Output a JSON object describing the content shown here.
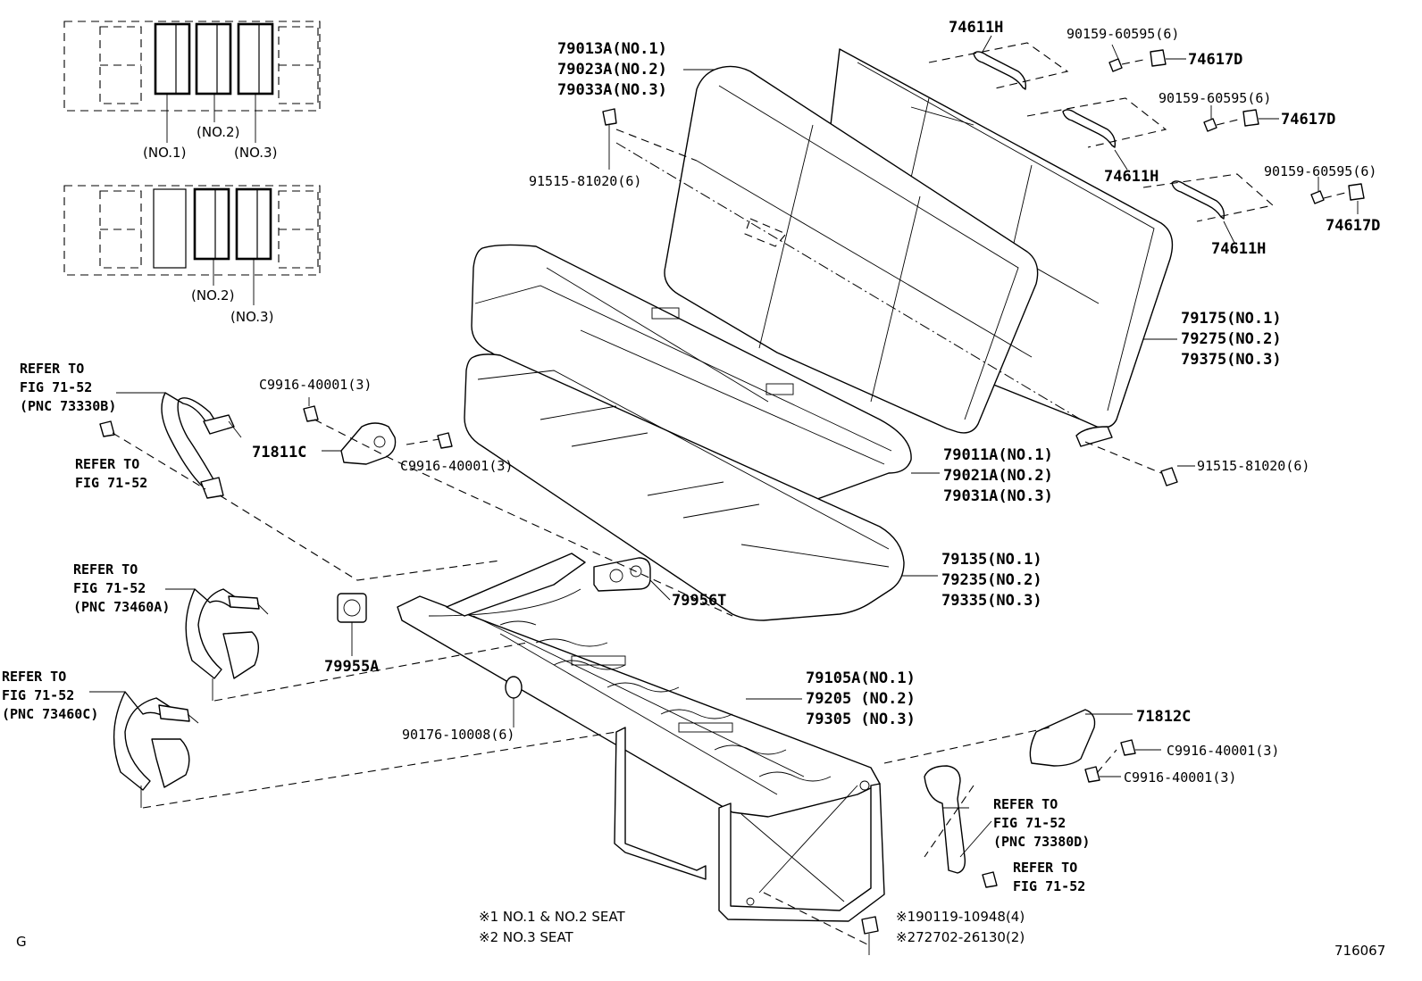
{
  "labels": {
    "l79013a": "79013A(NO.1)",
    "l79023a": "79023A(NO.2)",
    "l79033a": "79033A(NO.3)",
    "l74611h_top": "74611H",
    "l90159_a": "90159-60595(6)",
    "l74617d_a": "74617D",
    "l90159_b": "90159-60595(6)",
    "l74617d_b": "74617D",
    "l74611h_mid": "74611H",
    "l90159_c": "90159-60595(6)",
    "l74617d_c": "74617D",
    "l74611h_low": "74611H",
    "l91515_top": "91515-81020(6)",
    "l79175": "79175(NO.1)",
    "l79275": "79275(NO.2)",
    "l79375": "79375(NO.3)",
    "l91515_right": "91515-81020(6)",
    "l79011a": "79011A(NO.1)",
    "l79021a": "79021A(NO.2)",
    "l79031a": "79031A(NO.3)",
    "l79135": "79135(NO.1)",
    "l79235": "79235(NO.2)",
    "l79335": "79335(NO.3)",
    "l79956t": "79956T",
    "l79955a": "79955A",
    "l79105a": "79105A(NO.1)",
    "l79205": "79205 (NO.2)",
    "l79305": "79305 (NO.3)",
    "l90176": "90176-10008(6)",
    "l71812c": "71812C",
    "l71811c": "71811C",
    "l c9916_a": "C9916-40001(3)",
    "lc9916_a": "C9916-40001(3)",
    "lc9916_b": "C9916-40001(3)",
    "lc9916_c": "C9916-40001(3)",
    "lc9916_d": "C9916-40001(3)",
    "l90119": "※190119-10948(4)",
    "l72702": "※272702-26130(2)",
    "note1": "※1 NO.1 & NO.2 SEAT",
    "note2": "※2 NO.3 SEAT",
    "corner_g": "G",
    "diagram_no": "716067",
    "no1_top": "(NO.1)",
    "no2_top": "(NO.2)",
    "no3_top": "(NO.3)",
    "no2_bot": "(NO.2)",
    "no3_bot": "(NO.3)"
  },
  "refer_blocks": [
    {
      "line1": "REFER TO",
      "line2": "FIG 71-52",
      "line3": "(PNC 73330B)"
    },
    {
      "line1": "REFER TO",
      "line2": "FIG 71-52",
      "line3": ""
    },
    {
      "line1": "REFER TO",
      "line2": "FIG 71-52",
      "line3": "(PNC 73460A)"
    },
    {
      "line1": "REFER TO",
      "line2": "FIG 71-52",
      "line3": "(PNC 73460C)"
    },
    {
      "line1": "REFER TO",
      "line2": "FIG 71-52",
      "line3": "(PNC 73380D)"
    },
    {
      "line1": "REFER TO",
      "line2": "FIG 71-52",
      "line3": ""
    }
  ]
}
